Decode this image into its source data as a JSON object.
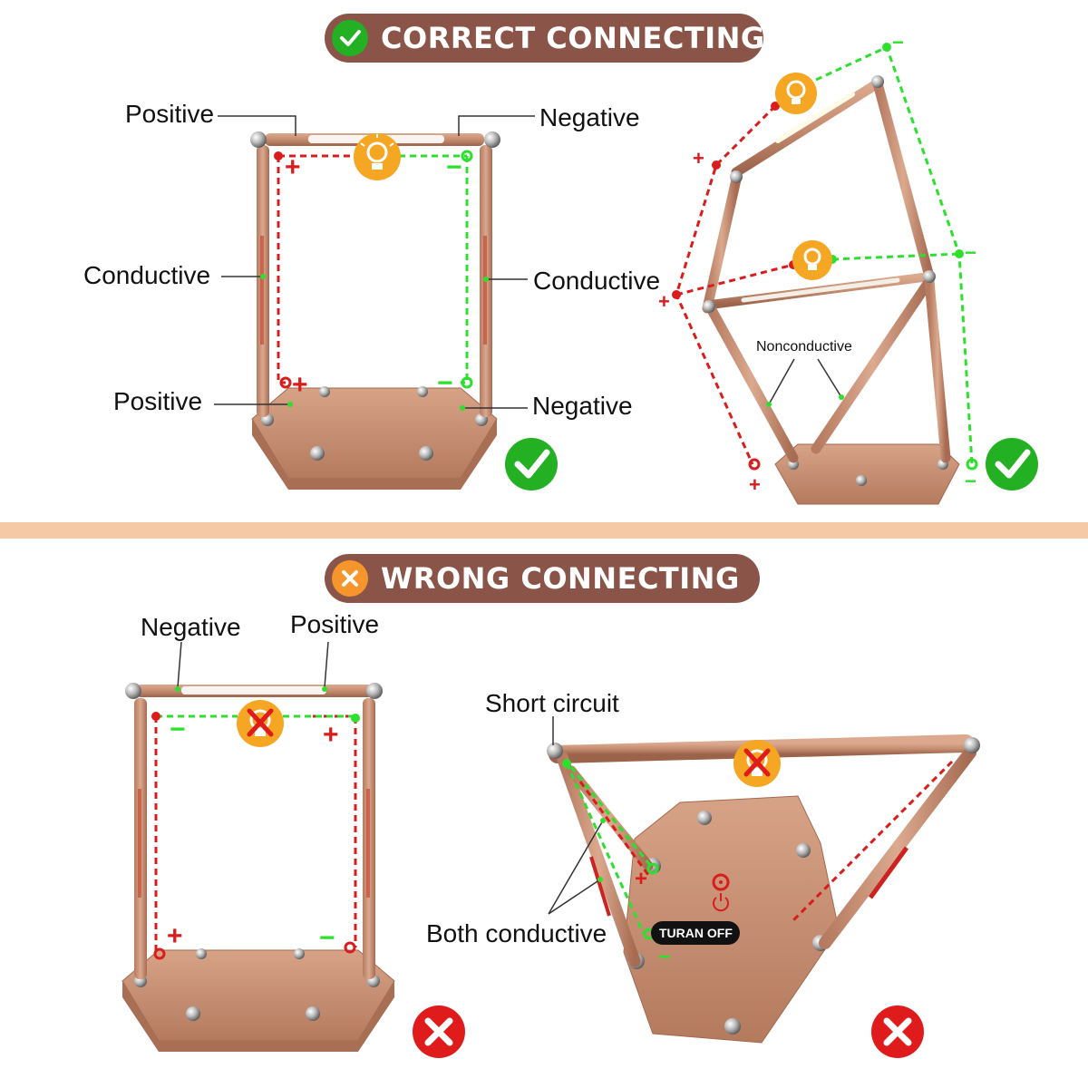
{
  "banners": {
    "correct": "CORRECT CONNECTING",
    "wrong": "WRONG CONNECTING"
  },
  "correct": {
    "top_left": "Positive",
    "top_right": "Negative",
    "side_left": "Conductive",
    "side_right": "Conductive",
    "bottom_left": "Positive",
    "bottom_right": "Negative",
    "nonconductive": "Nonconductive",
    "plus": "+",
    "minus": "−"
  },
  "wrong": {
    "top_left": "Negative",
    "top_right": "Positive",
    "short_circuit": "Short circuit",
    "both_conductive": "Both conductive",
    "turn_off": "TURAN OFF",
    "plus": "+",
    "minus": "−"
  },
  "icons": {
    "check": "check-icon",
    "cross": "cross-icon",
    "bulb": "bulb-icon",
    "power": "power-icon"
  },
  "colors": {
    "banner": "#8a5548",
    "positive": "#d91c1c",
    "negative": "#2ee02e",
    "ok": "#23b123",
    "bad": "#e01b1b",
    "bulb": "#f5a623",
    "wood": "#c48d70",
    "divider": "#f5c9a6"
  }
}
